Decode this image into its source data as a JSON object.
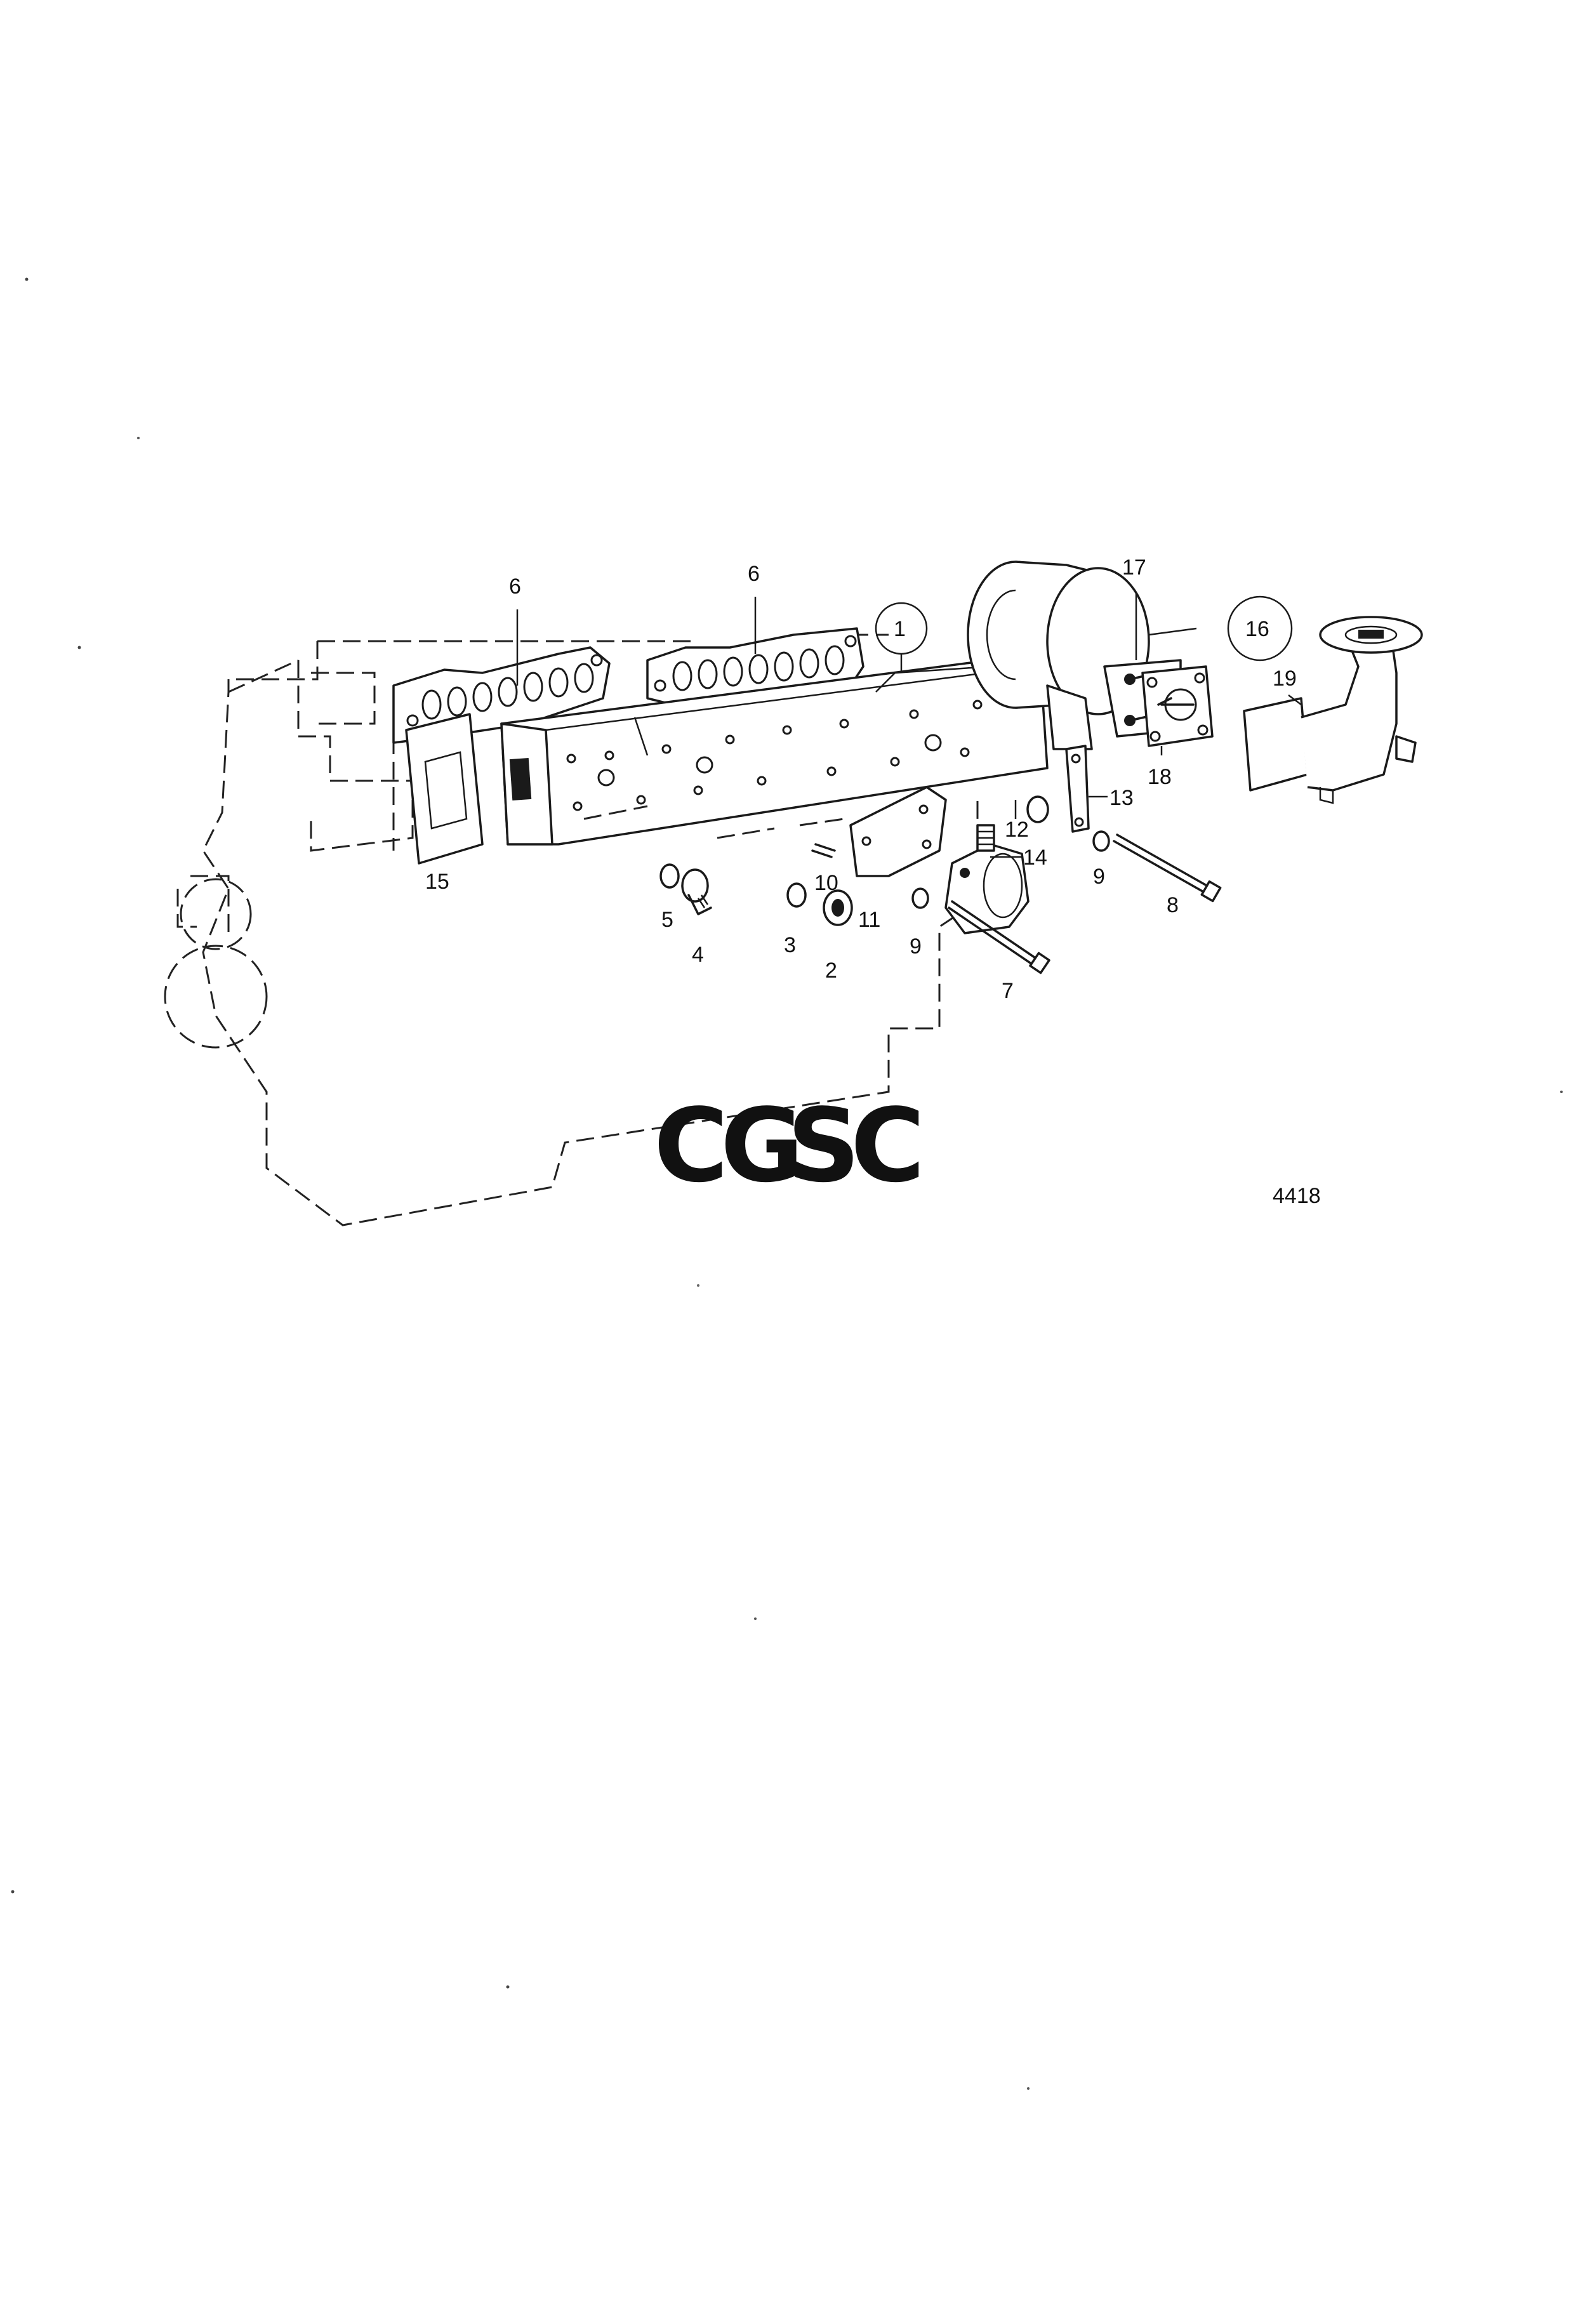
{
  "diagram": {
    "callouts": [
      {
        "id": "c1",
        "label": "1"
      },
      {
        "id": "c2",
        "label": "2"
      },
      {
        "id": "c3",
        "label": "3"
      },
      {
        "id": "c4",
        "label": "4"
      },
      {
        "id": "c5",
        "label": "5"
      },
      {
        "id": "c6a",
        "label": "6"
      },
      {
        "id": "c6b",
        "label": "6"
      },
      {
        "id": "c7",
        "label": "7"
      },
      {
        "id": "c8",
        "label": "8"
      },
      {
        "id": "c9a",
        "label": "9"
      },
      {
        "id": "c9b",
        "label": "9"
      },
      {
        "id": "c10",
        "label": "10"
      },
      {
        "id": "c11",
        "label": "11"
      },
      {
        "id": "c12",
        "label": "12"
      },
      {
        "id": "c13",
        "label": "13"
      },
      {
        "id": "c14",
        "label": "14"
      },
      {
        "id": "c15",
        "label": "15"
      },
      {
        "id": "c16",
        "label": "16"
      },
      {
        "id": "c17",
        "label": "17"
      },
      {
        "id": "c18",
        "label": "18"
      },
      {
        "id": "c19",
        "label": "19"
      }
    ],
    "figure_number": "4418",
    "watermark": {
      "letters": [
        "C",
        "G",
        "S",
        "C"
      ],
      "colors": [
        "#7ba7ef",
        "#ef8a84",
        "#f5cf55",
        "#6cbf8a"
      ]
    }
  }
}
